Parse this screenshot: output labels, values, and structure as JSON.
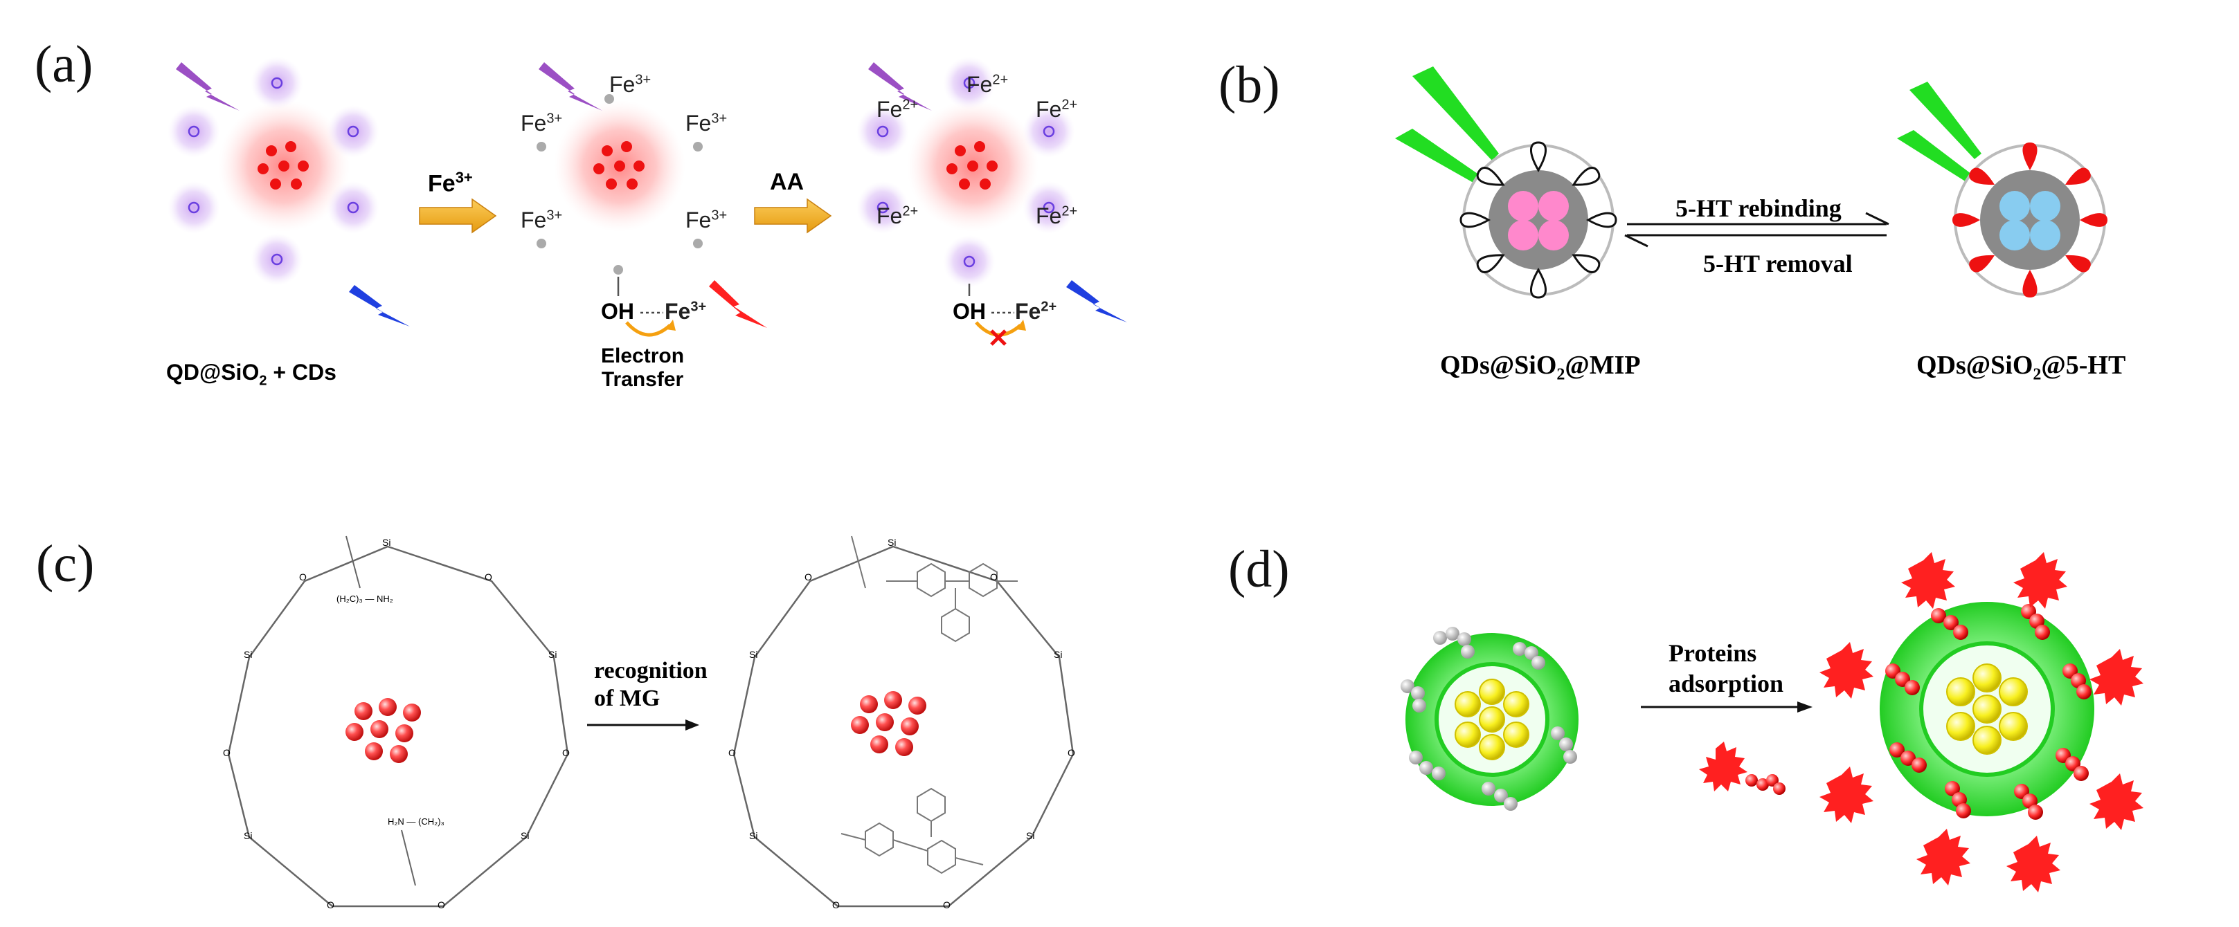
{
  "panels": {
    "a": {
      "letter": "(a)",
      "ion_fe3": "Fe",
      "ion_fe3_charge": "3+",
      "ion_fe2": "Fe",
      "ion_fe2_charge": "2+",
      "arrow1_label": "Fe",
      "arrow1_charge": "3+",
      "arrow2_label": "AA",
      "oh": "OH",
      "electron_transfer_line1": "Electron",
      "electron_transfer_line2": "Transfer",
      "caption_prefix": "QD@SiO",
      "caption_sub": "2",
      "caption_suffix": " + CDs"
    },
    "b": {
      "letter": "(b)",
      "forward_label": "5-HT rebinding",
      "reverse_label": "5-HT removal",
      "left_caption_prefix": "QDs@SiO",
      "left_caption_sub": "2",
      "left_caption_suffix": "@MIP",
      "right_caption_prefix": "QDs@SiO",
      "right_caption_sub": "2",
      "right_caption_suffix": "@5-HT"
    },
    "c": {
      "letter": "(c)",
      "arrow_line1": "recognition",
      "arrow_line2": "of MG",
      "atom_o": "O",
      "atom_si": "Si",
      "chain_top": "(H₂C)₃ — NH₂",
      "chain_bottom": "H₂N — (CH₂)₃"
    },
    "d": {
      "letter": "(d)",
      "arrow_line1": "Proteins",
      "arrow_line2": "adsorption"
    }
  },
  "colors": {
    "purple_flash": "#9b4fc4",
    "blue_flash": "#1f3fe0",
    "red_flash": "#ff2020",
    "orange_arrow": "#f5b020",
    "green_beam": "#22dd22",
    "pink_qd": "#ff88cc",
    "blue_qd": "#88ccf0",
    "shell_green": "#22dd22",
    "core_yellow": "#f8f820",
    "protein_red": "#ff2020"
  }
}
